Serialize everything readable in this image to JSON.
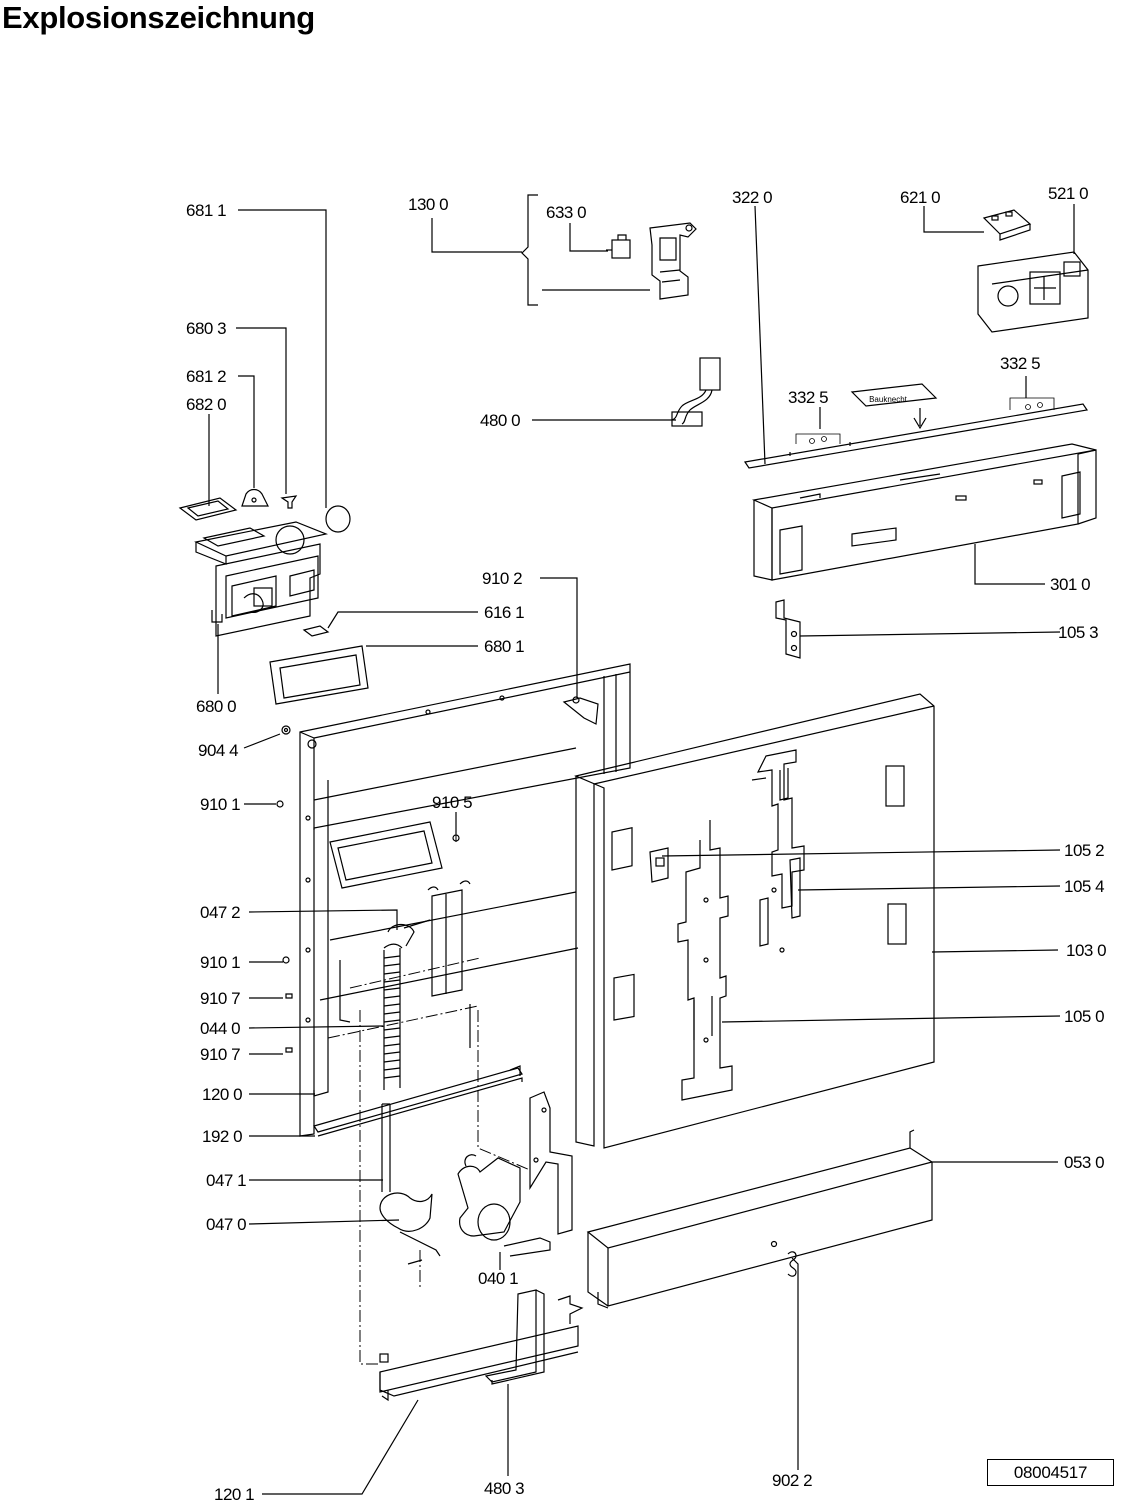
{
  "title": "Explosionszeichnung",
  "document_number": "08004517",
  "brand_label": "Bauknecht",
  "callouts": [
    {
      "id": "c6811",
      "text": "681 1"
    },
    {
      "id": "c1300",
      "text": "130 0"
    },
    {
      "id": "c6330",
      "text": "633 0"
    },
    {
      "id": "c3220",
      "text": "322 0"
    },
    {
      "id": "c6210",
      "text": "621 0"
    },
    {
      "id": "c5210",
      "text": "521 0"
    },
    {
      "id": "c6803",
      "text": "680 3"
    },
    {
      "id": "c6812",
      "text": "681 2"
    },
    {
      "id": "c6820",
      "text": "682 0"
    },
    {
      "id": "c3325a",
      "text": "332  5"
    },
    {
      "id": "c3325b",
      "text": "332  5"
    },
    {
      "id": "c4800",
      "text": "480 0"
    },
    {
      "id": "c9102",
      "text": "910 2"
    },
    {
      "id": "c6161",
      "text": "616 1"
    },
    {
      "id": "c6801",
      "text": "680 1"
    },
    {
      "id": "c3010",
      "text": "301 0"
    },
    {
      "id": "c1053",
      "text": "105 3"
    },
    {
      "id": "c6800",
      "text": "680 0"
    },
    {
      "id": "c9044",
      "text": "904 4"
    },
    {
      "id": "c9101a",
      "text": "910 1"
    },
    {
      "id": "c9105",
      "text": "910 5"
    },
    {
      "id": "c1052",
      "text": "105 2"
    },
    {
      "id": "c1054",
      "text": "105 4"
    },
    {
      "id": "c0472",
      "text": "047 2"
    },
    {
      "id": "c1030",
      "text": "103 0"
    },
    {
      "id": "c9101b",
      "text": "910 1"
    },
    {
      "id": "c9107a",
      "text": "910 7"
    },
    {
      "id": "c0440",
      "text": "044 0"
    },
    {
      "id": "c1050",
      "text": "105 0"
    },
    {
      "id": "c9107b",
      "text": "910 7"
    },
    {
      "id": "c1200",
      "text": "120 0"
    },
    {
      "id": "c1920",
      "text": "192 0"
    },
    {
      "id": "c0530",
      "text": "053 0"
    },
    {
      "id": "c0471",
      "text": "047 1"
    },
    {
      "id": "c0470",
      "text": "047 0"
    },
    {
      "id": "c0401",
      "text": "040 1"
    },
    {
      "id": "c1201",
      "text": "120 1"
    },
    {
      "id": "c4803",
      "text": "480 3"
    },
    {
      "id": "c9022",
      "text": "902 2"
    }
  ]
}
